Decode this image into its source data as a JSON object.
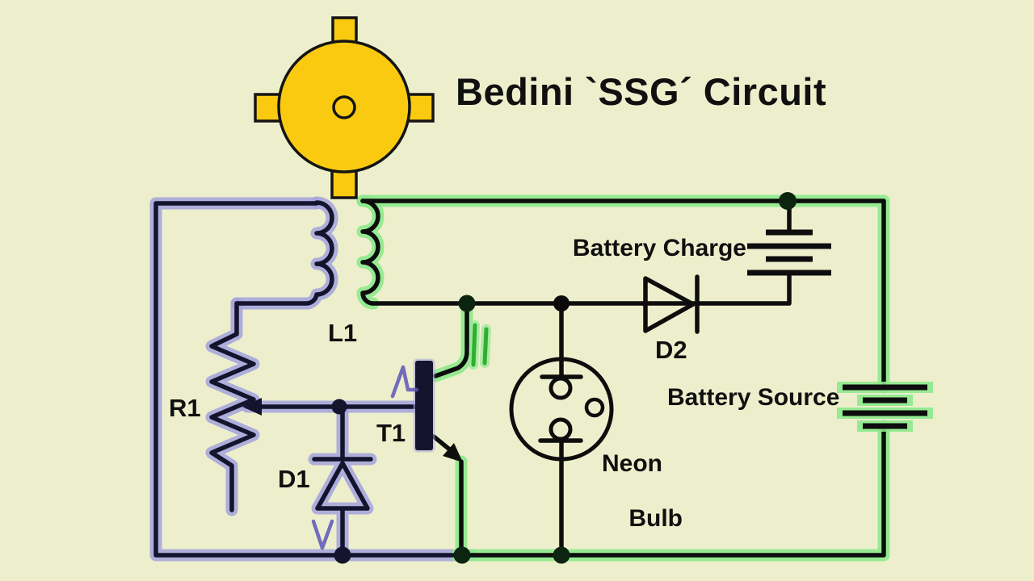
{
  "title": "Bedini `SSG´ Circuit",
  "labels": {
    "coil": "L1",
    "resistor": "R1",
    "diode1": "D1",
    "transistor": "T1",
    "diode2": "D2",
    "battery_charge": "Battery Charge",
    "battery_source": "Battery Source",
    "neon_line1": "Neon",
    "neon_line2": "Bulb"
  },
  "icons": {
    "rotor": "rotor-wheel-with-four-magnets",
    "neon_bulb": "neon-bulb-symbol",
    "battery": "battery-cell-symbol",
    "npn_transistor": "npn-transistor-symbol",
    "diode": "diode-symbol",
    "potentiometer": "variable-resistor-symbol",
    "inductor": "bifilar-coil-symbol"
  },
  "colors": {
    "background": "#edefcc",
    "wire_black": "#0d0d0d",
    "wire_navy": "#14142e",
    "blue_glow": "#a5a5dc",
    "green_glow": "#8ce98c",
    "green_accent": "#2fae2f",
    "green_accent_glow": "#9ae89a",
    "rotor_yellow": "#f9ca10",
    "rotor_outline": "#141414",
    "purple_annotation": "#5a55b8",
    "text": "#101010"
  }
}
